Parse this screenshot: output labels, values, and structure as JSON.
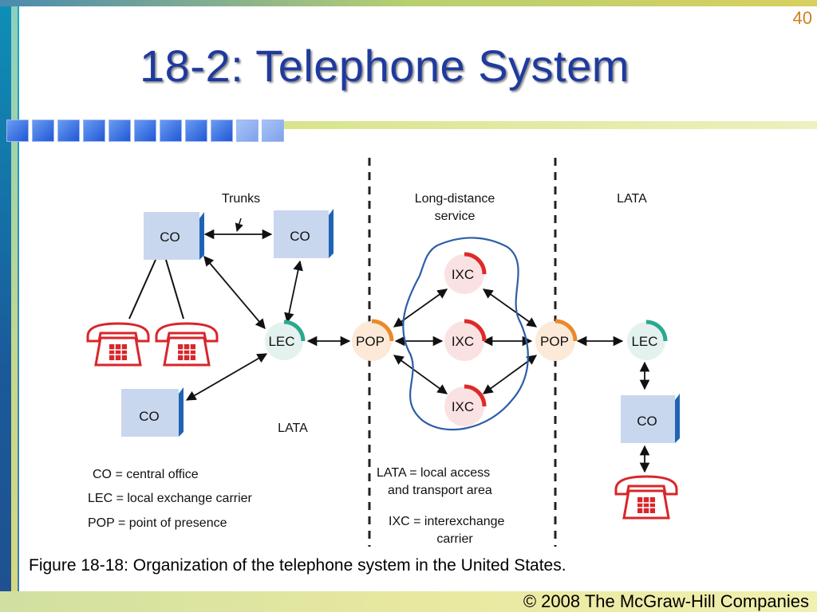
{
  "slide": {
    "page_number": "40",
    "title": "18-2: Telephone System",
    "caption": "Figure 18-18: Organization of the telephone system in the United States.",
    "copyright": "© 2008 The McGraw-Hill Companies"
  },
  "colors": {
    "title": "#1f3a9e",
    "office_box": "#c9d7ee",
    "office_shade": "#1f64b4",
    "phone_red": "#d8262a",
    "carrier_fill": "#e3f2ee",
    "lec_arc": "#2aa98f",
    "pop_arc": "#ea8a2a",
    "ixc_arc": "#dd2a2a",
    "cloud": "#2c5ea6"
  },
  "diagram": {
    "trunks_label": "Trunks",
    "long_distance_label_1": "Long-distance",
    "long_distance_label_2": "service",
    "lata_label_right": "LATA",
    "lata_label_left": "LATA",
    "co_label": "CO",
    "lec_label": "LEC",
    "pop_label": "POP",
    "ixc_label": "IXC"
  },
  "legend": {
    "left": [
      "CO = central office",
      "LEC = local exchange carrier",
      "POP = point of presence"
    ],
    "right_1a": "LATA = local access",
    "right_1b": "and transport area",
    "right_2a": "IXC = interexchange",
    "right_2b": "carrier"
  }
}
